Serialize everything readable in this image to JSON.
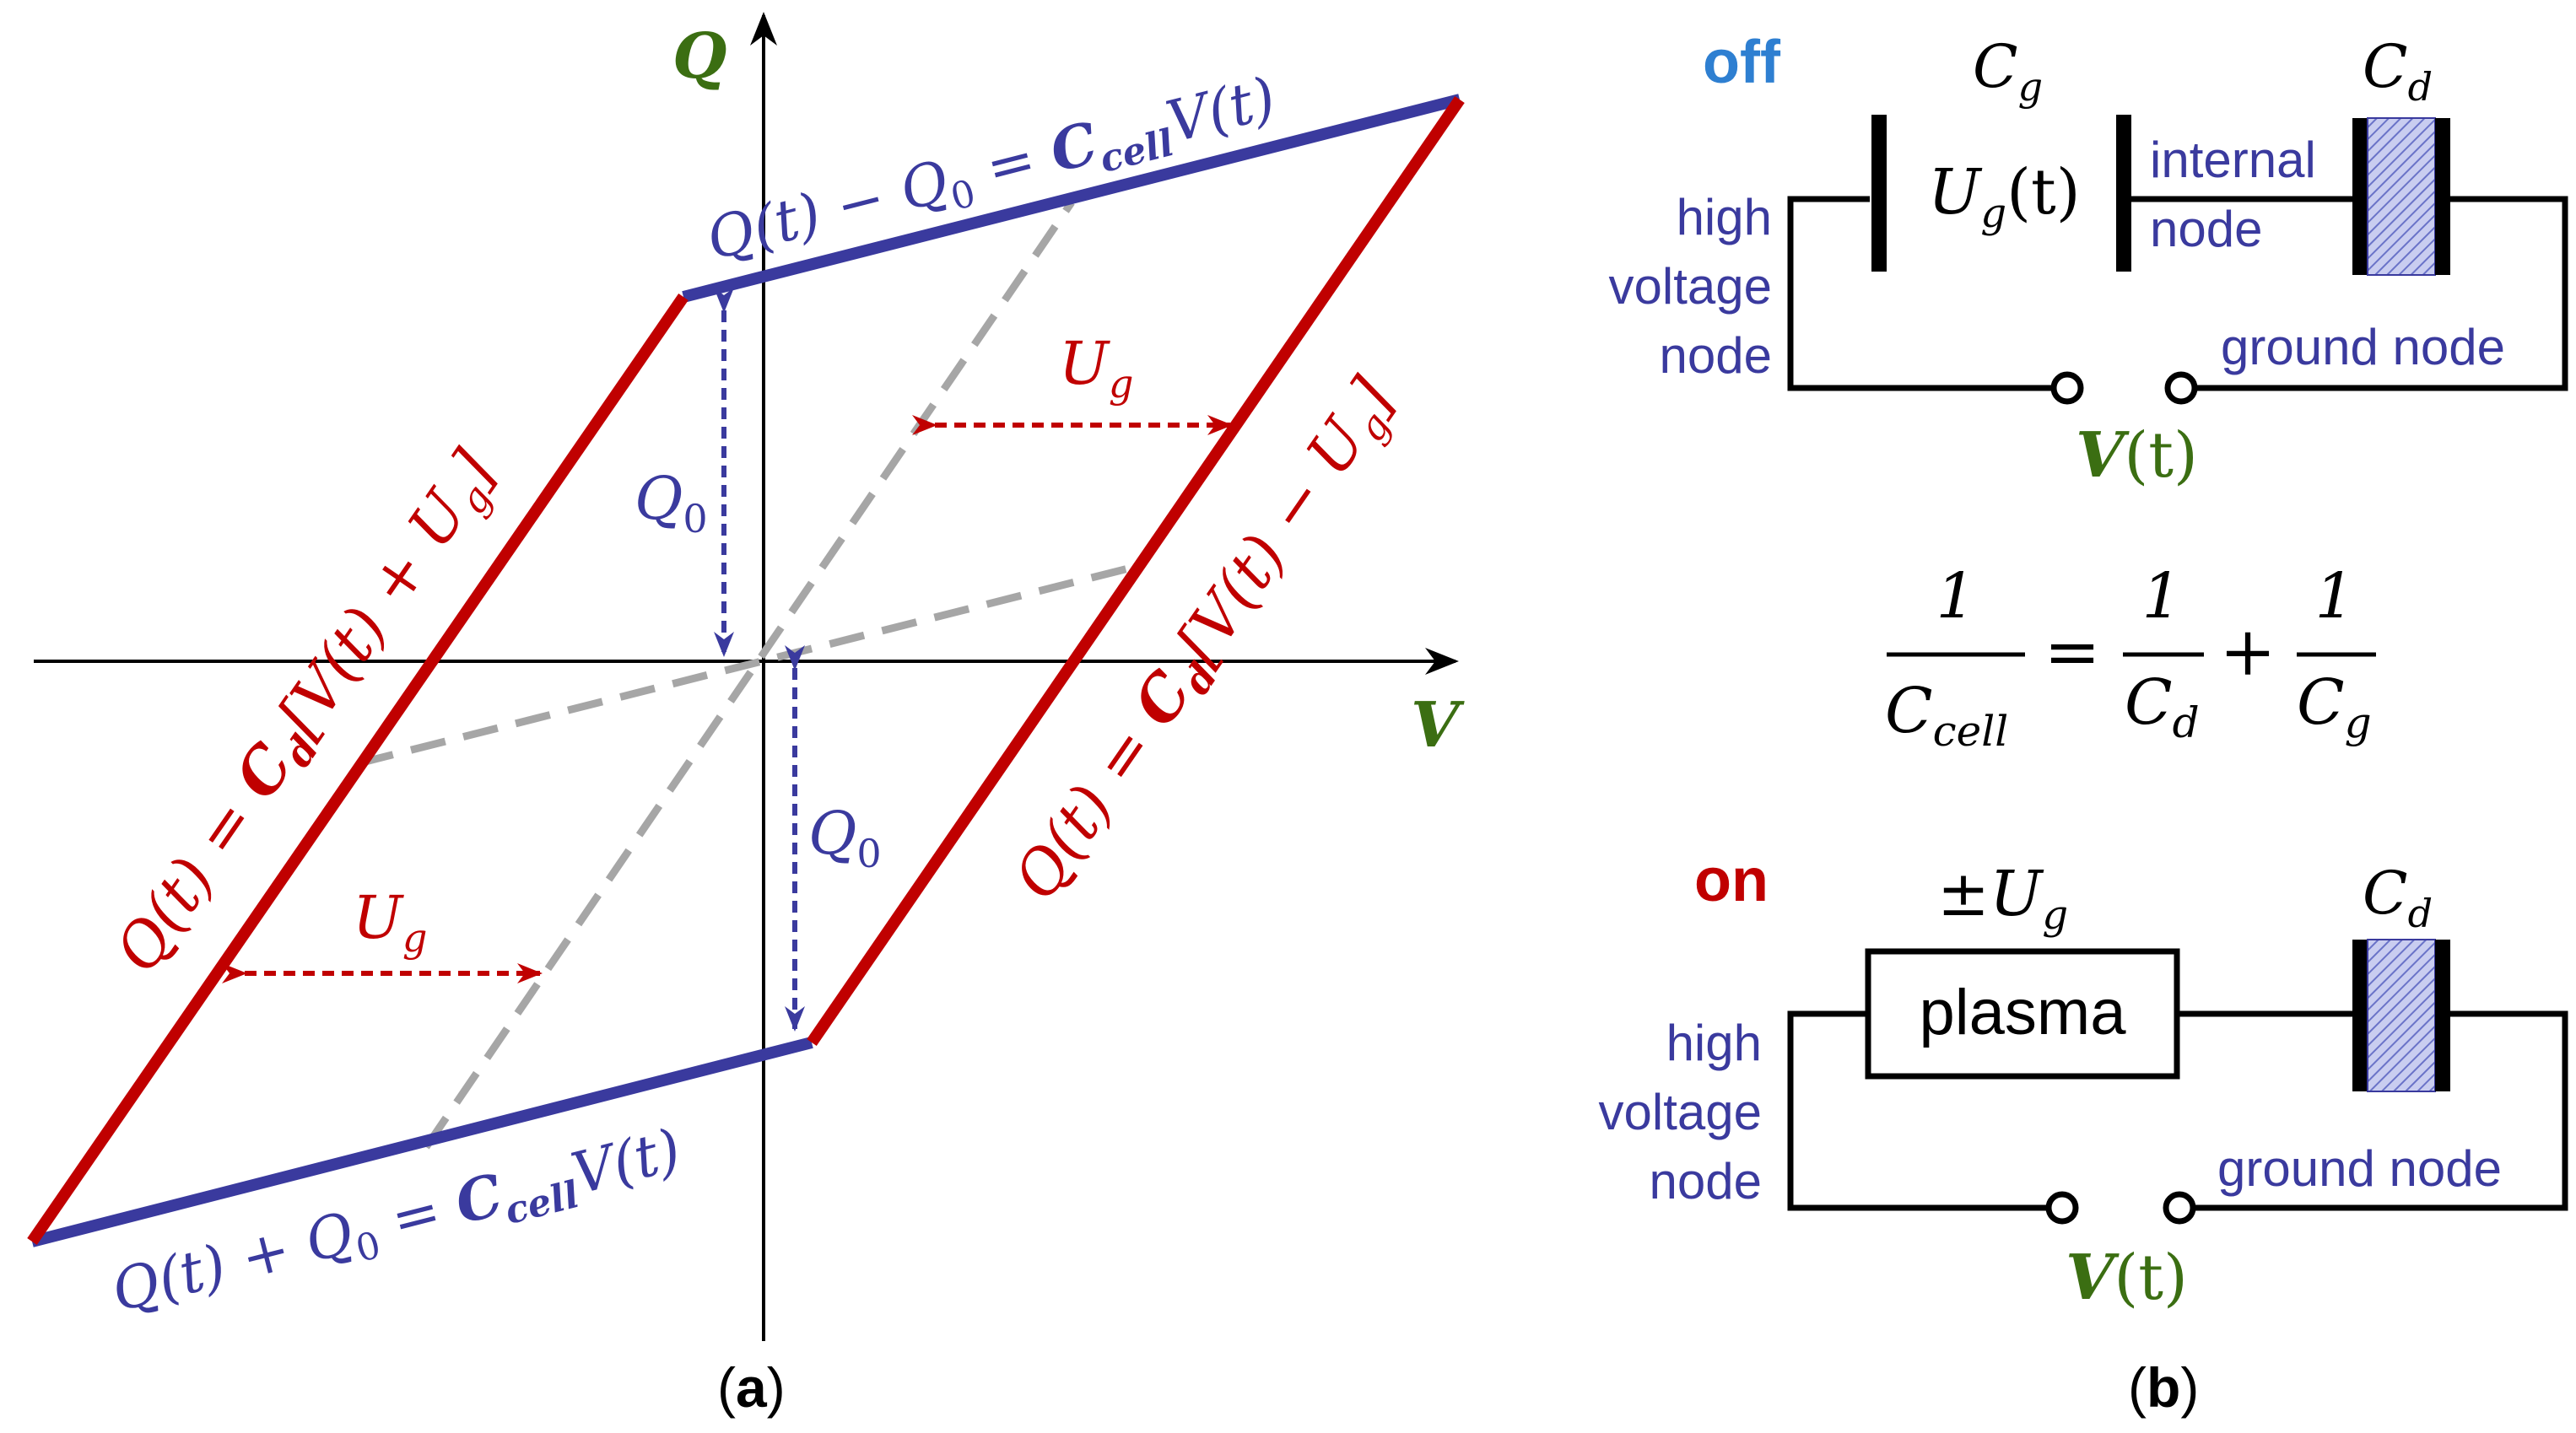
{
  "colors": {
    "red": "#c00000",
    "blue": "#3a3a9e",
    "green": "#3b6e12",
    "gray": "#a6a6a6",
    "black": "#000000",
    "off_blue": "#2e7fd1",
    "on_red": "#c00000"
  },
  "panel_a": {
    "caption_open": "(",
    "caption_letter": "a",
    "caption_close": ")",
    "axis_q": "Q",
    "axis_v": "V",
    "top_line": "Q(t) − Q₀ = C_cell V(t)",
    "top_line_parts": {
      "a": "Q(t) − Q",
      "sub0": "0",
      "b": " = ",
      "c": "C",
      "sub": "cell",
      "d": "V(t)"
    },
    "bottom_line_parts": {
      "a": "Q(t) + Q",
      "sub0": "0",
      "b": " = ",
      "c": "C",
      "sub": "cell",
      "d": "V(t)"
    },
    "left_line_parts": {
      "a": "Q(t) = ",
      "c": "C",
      "sub": "d",
      "d": "[V(t) + U",
      "subg": "g",
      "e": "]"
    },
    "right_line_parts": {
      "a": "Q(t) = ",
      "c": "C",
      "sub": "d",
      "d": "[V(t) − U",
      "subg": "g",
      "e": "]"
    },
    "q0_label": "Q",
    "q0_sub": "0",
    "ug_label": "U",
    "ug_sub": "g"
  },
  "panel_b": {
    "caption_open": "(",
    "caption_letter": "b",
    "caption_close": ")",
    "off": {
      "title": "off",
      "cg": "C",
      "cg_sub": "g",
      "cd": "C",
      "cd_sub": "d",
      "ug": "U",
      "ug_sub": "g",
      "ug_rest": "(t)",
      "internal": "internal",
      "node": "node",
      "hv": [
        "high",
        "voltage",
        "node"
      ],
      "ground": "ground node",
      "vt": "V",
      "vt_rest": "(t)"
    },
    "formula": {
      "one": "1",
      "c": "C",
      "cell": "cell",
      "d": "d",
      "g": "g",
      "eq": "=",
      "plus": "+"
    },
    "on": {
      "title": "on",
      "pm": "±U",
      "pm_sub": "g",
      "cd": "C",
      "cd_sub": "d",
      "plasma": "plasma",
      "hv": [
        "high",
        "voltage",
        "node"
      ],
      "ground": "ground node",
      "vt": "V",
      "vt_rest": "(t)"
    }
  }
}
